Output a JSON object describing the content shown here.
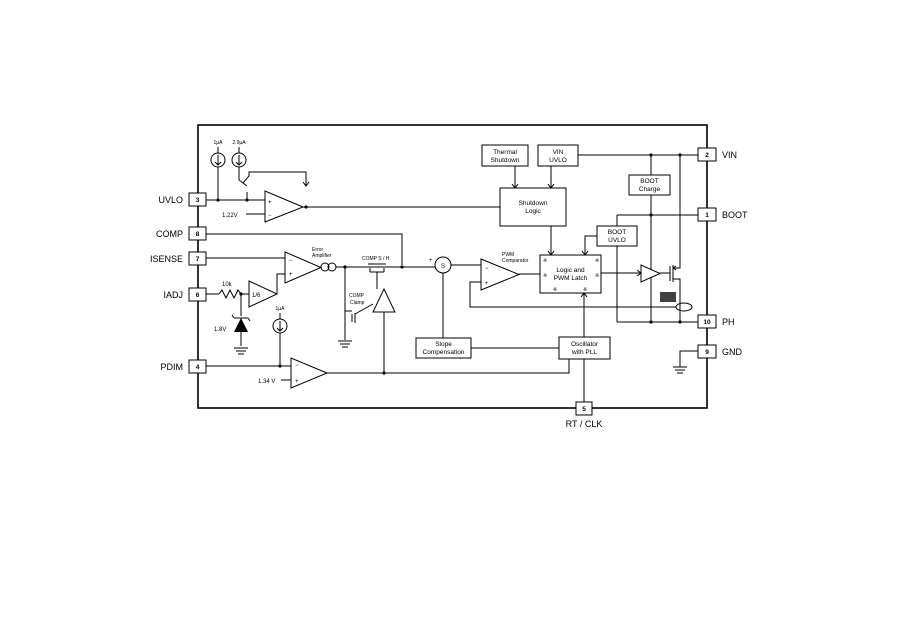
{
  "pins": {
    "vin": {
      "name": "VIN",
      "num": "2"
    },
    "boot": {
      "name": "BOOT",
      "num": "1"
    },
    "ph": {
      "name": "PH",
      "num": "10"
    },
    "gnd": {
      "name": "GND",
      "num": "9"
    },
    "uvlo": {
      "name": "UVLO",
      "num": "3"
    },
    "comp": {
      "name": "COMP",
      "num": "8"
    },
    "isense": {
      "name": "ISENSE",
      "num": "7"
    },
    "iadj": {
      "name": "IADJ",
      "num": "6"
    },
    "pdim": {
      "name": "PDIM",
      "num": "4"
    },
    "rtclk": {
      "name": "RT / CLK",
      "num": "5"
    }
  },
  "blocks": {
    "thermal_shutdown": {
      "line1": "Thermal",
      "line2": "Shutdown"
    },
    "vin_uvlo": {
      "line1": "VIN",
      "line2": "UVLO"
    },
    "shutdown_logic": {
      "line1": "Shutdown",
      "line2": "Logic"
    },
    "boot_charge": {
      "line1": "BOOT",
      "line2": "Charge"
    },
    "boot_uvlo": {
      "line1": "BOOT",
      "line2": "UVLO"
    },
    "logic_latch": {
      "line1": "Logic and",
      "line2": "PWM Latch"
    },
    "slope_comp": {
      "line1": "Slope",
      "line2": "Compensation"
    },
    "oscillator": {
      "line1": "Oscillator",
      "line2": "with PLL"
    }
  },
  "labels": {
    "current_1ua": "1µA",
    "current_2_9ua": "2.9µA",
    "current_1ua_b": "1µA",
    "ref_1_22v": "1.22V",
    "ref_1_34v": "1.34 V",
    "zener_1_8v": "1.8V",
    "resistor_10k": "10k",
    "divider": "1/6",
    "error_amp_1": "Error",
    "error_amp_2": "Amplifier",
    "comp_sh": "COMP S / H",
    "comp_clamp_1": "COMP",
    "comp_clamp_2": "Clamp",
    "pwm_comp_1": "PWM",
    "pwm_comp_2": "Comparator",
    "summer": "S",
    "plus": "+",
    "minus": "−"
  }
}
